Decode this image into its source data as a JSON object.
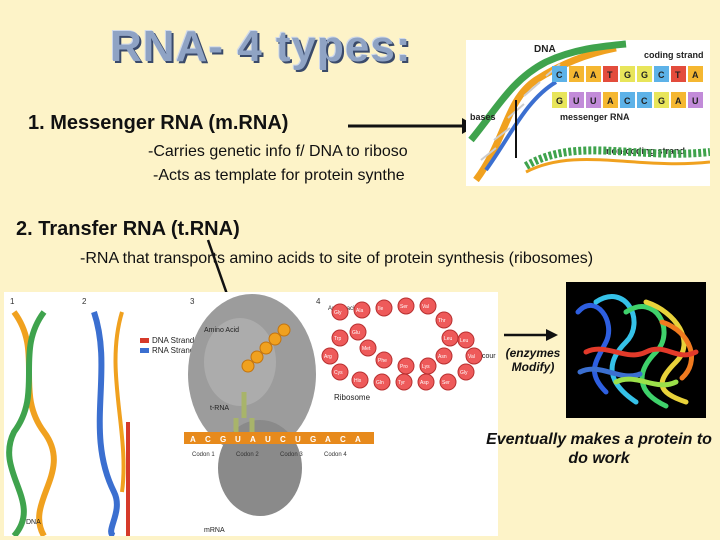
{
  "slide": {
    "title": "RNA- 4 types:",
    "mrna": {
      "heading": "1.  Messenger RNA (m.RNA)",
      "line1": "-Carries genetic info f/ DNA to riboso",
      "line2": "-Acts as template for protein synthe"
    },
    "trna": {
      "heading": "2. Transfer RNA (t.RNA)",
      "line1": "-RNA that transports amino acids to site of protein synthesis (ribosomes)"
    },
    "enzymes_note": "(enzymes Modify)",
    "conclusion": "Eventually makes a protein to do work"
  },
  "dna_diagram": {
    "dna_label": "DNA",
    "coding_label": "coding strand",
    "bases_label": "bases",
    "mrna_label": "messenger RNA",
    "noncoding_label": "non-coding strand",
    "coding_bases": [
      "C",
      "A",
      "A",
      "T",
      "G",
      "G",
      "C",
      "T",
      "A"
    ],
    "mrna_bases": [
      "G",
      "U",
      "U",
      "A",
      "C",
      "C",
      "G",
      "A",
      "U"
    ]
  },
  "translation_diagram": {
    "steps": [
      "1",
      "2",
      "3",
      "4"
    ],
    "legend_dna": "DNA Strand",
    "legend_rna": "RNA Strand",
    "amino_acid_label": "Amino Acid",
    "trna_label": "t-RNA",
    "ribosome_label": "Ribosome",
    "mrna_label": "mRNA",
    "dna_label": "DNA",
    "codons": [
      "A",
      "C",
      "G",
      "U",
      "A",
      "U",
      "C",
      "U",
      "G",
      "A",
      "C",
      "A"
    ],
    "codon_labels": [
      "Codon 1",
      "Codon 2",
      "Codon 3",
      "Codon 4"
    ],
    "chain_label": "Amino acids",
    "peptide": [
      "Gly",
      "Ala",
      "Ile",
      "Ser",
      "Val",
      "Thr",
      "Leu",
      "Asn",
      "Lys",
      "Pro",
      "Phe",
      "Met",
      "Glu",
      "Trp",
      "Arg",
      "Cys",
      "His",
      "Gln",
      "Tyr",
      "Asp",
      "Ser",
      "Gly",
      "Val",
      "Leu"
    ]
  },
  "colors": {
    "background": "#fdf3c8",
    "title": "#8fa3c4",
    "dna_orange": "#f0a11f",
    "dna_green": "#3fa34d"
  }
}
